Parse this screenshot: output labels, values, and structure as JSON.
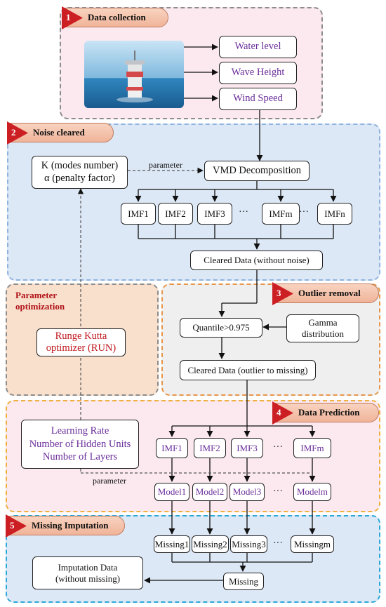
{
  "sections": {
    "s1": {
      "num": "1",
      "label": "Data collection"
    },
    "s2": {
      "num": "2",
      "label": "Noise cleared"
    },
    "s3": {
      "num": "3",
      "label": "Outlier removal"
    },
    "s4": {
      "num": "4",
      "label": "Data Prediction"
    },
    "s5": {
      "num": "5",
      "label": "Missing Imputation"
    },
    "param_opt": {
      "line1": "Parameter",
      "line2": "optimization"
    }
  },
  "collection": {
    "water_level": "Water level",
    "wave_height": "Wave Height",
    "wind_speed": "Wind Speed"
  },
  "noise": {
    "k_line1": "K (modes number)",
    "k_line2": "α (penalty factor)",
    "parameter_label": "parameter",
    "vmd": "VMD Decomposition",
    "imfs": [
      "IMF1",
      "IMF2",
      "IMF3",
      "IMFm",
      "IMFn"
    ],
    "ellipsis": "···",
    "cleared": "Cleared Data (without noise)"
  },
  "optimizer": {
    "line1": "Runge Kutta",
    "line2": "optimizer (RUN)"
  },
  "outlier": {
    "quantile": "Quantile>0.975",
    "gamma_line1": "Gamma",
    "gamma_line2": "distribution",
    "cleared": "Cleared Data (outlier to missing)"
  },
  "prediction": {
    "hp_line1": "Learning Rate",
    "hp_line2": "Number of Hidden Units",
    "hp_line3": "Number of Layers",
    "parameter_label": "parameter",
    "imfs": [
      "IMF1",
      "IMF2",
      "IMF3",
      "IMFm"
    ],
    "models": [
      "Model1",
      "Model2",
      "Model3",
      "Modelm"
    ],
    "ellipsis": "···"
  },
  "imputation": {
    "missings": [
      "Missing1",
      "Missing2",
      "Missing3",
      "Missingm"
    ],
    "missing": "Missing",
    "output_line1": "Imputation Data",
    "output_line2": "(without missing)",
    "ellipsis": "···"
  },
  "colors": {
    "s1_bg": "#fbe9ef",
    "s2_bg": "#dde8f6",
    "param_bg": "#f9e0cc",
    "s3_bg": "#efefef",
    "s4_bg": "#fbe9ef",
    "s5_bg": "#dde8f6",
    "purple_text": "#6a2d9a",
    "red_text": "#c0161c"
  }
}
